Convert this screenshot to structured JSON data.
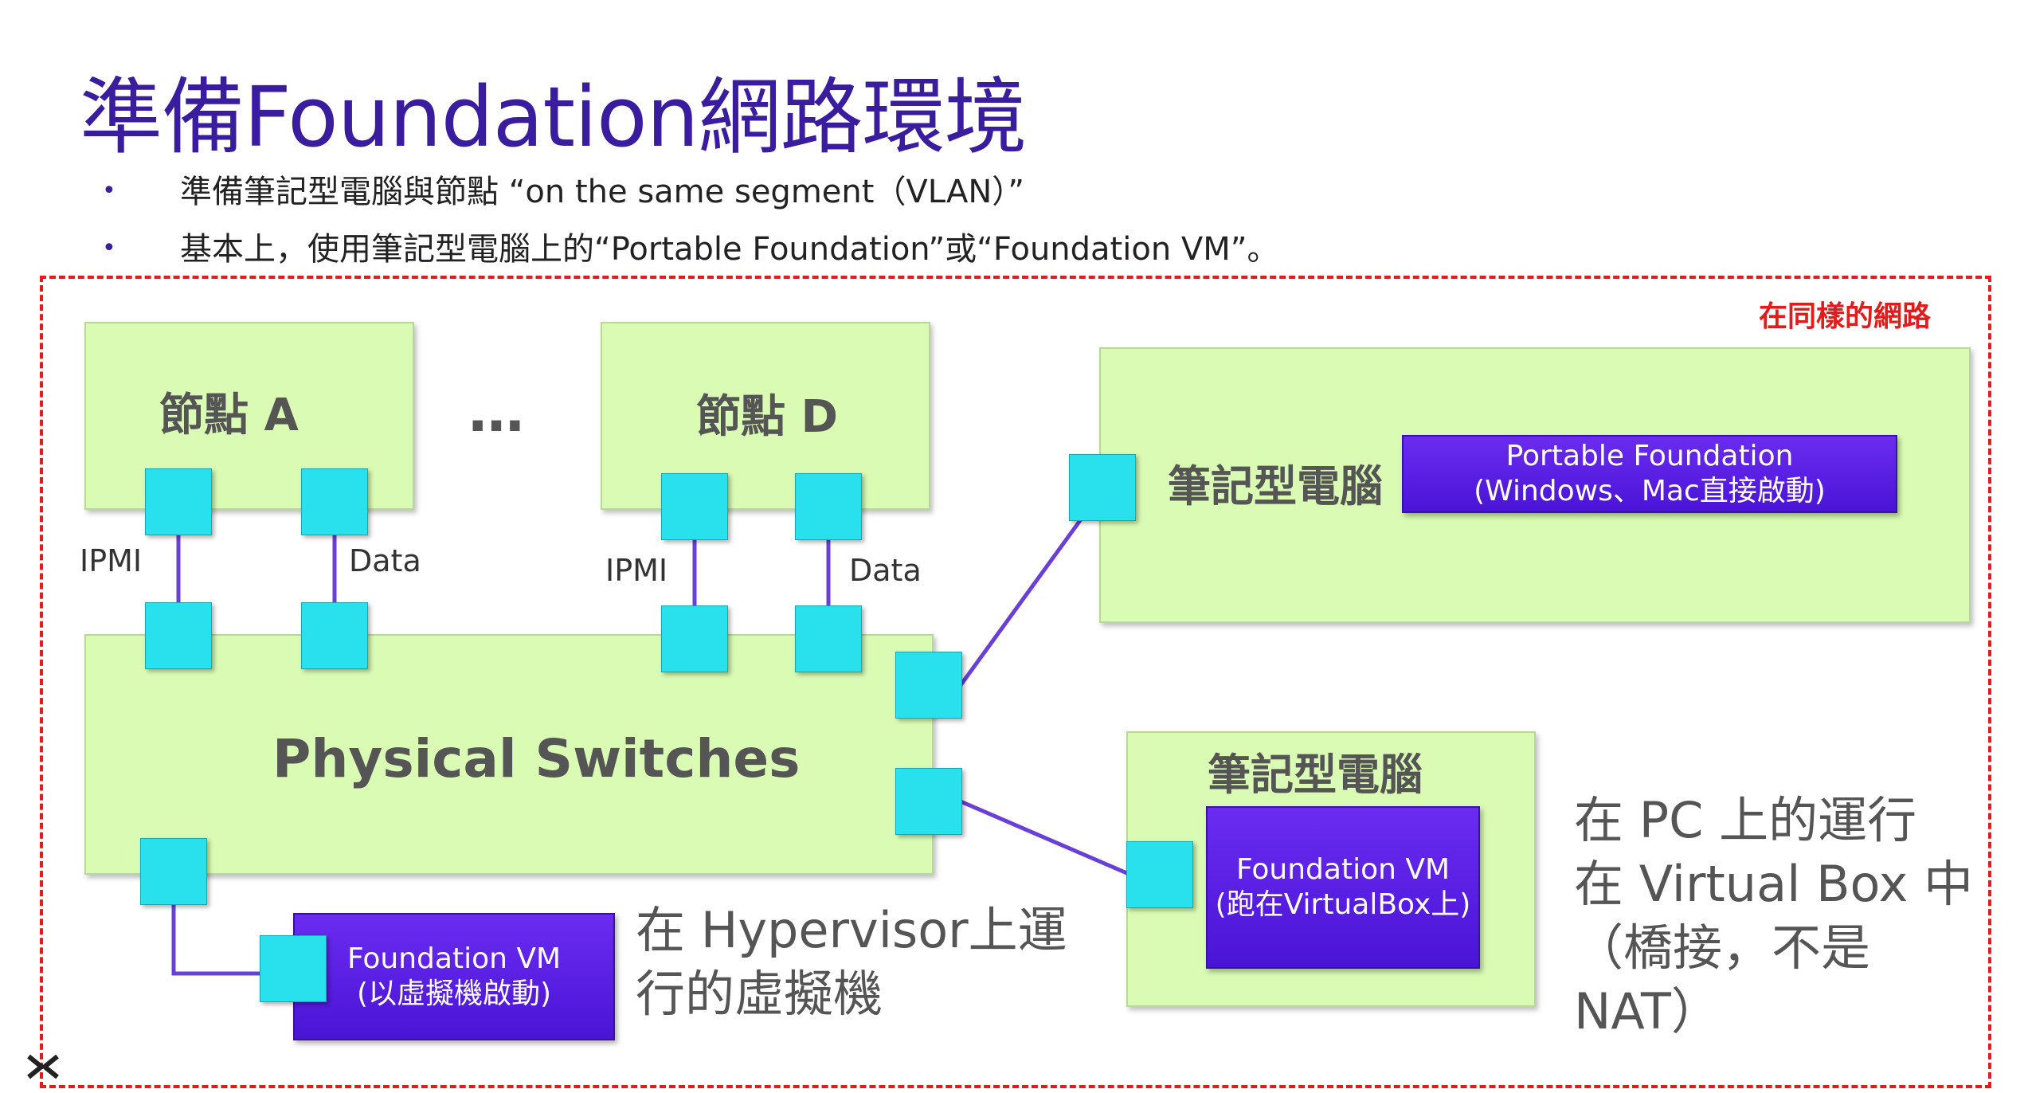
{
  "title": "準備Foundation網路環境",
  "bullets": [
    "準備筆記型電腦與節點 “on the same segment（VLAN）”",
    "基本上，使用筆記型電腦上的“Portable Foundation”或“Foundation VM”。"
  ],
  "bullet_symbol": "•",
  "same_network_label": "在同樣的網路",
  "nodes": {
    "node_a": "節點 A",
    "node_d": "節點 D",
    "ellipsis": "…"
  },
  "port_labels": {
    "ipmi_a": "IPMI",
    "data_a": "Data",
    "ipmi_d": "IPMI",
    "data_d": "Data"
  },
  "switch_label": "Physical Switches",
  "laptop1": {
    "label": "筆記型電腦",
    "app_line1": "Portable Foundation",
    "app_line2": "(Windows、Mac直接啟動)"
  },
  "laptop2": {
    "label": "筆記型電腦",
    "app_line1": "Foundation VM",
    "app_line2": "(跑在VirtualBox上)"
  },
  "hypervisor_vm": {
    "line1": "Foundation VM",
    "line2": "(以虛擬機啟動)"
  },
  "hypervisor_note": [
    "在 Hypervisor上運",
    "行的虛擬機"
  ],
  "pc_note": [
    "在 PC 上的運行",
    "在 Virtual Box 中",
    "（橋接，不是",
    "NAT）"
  ],
  "colors": {
    "title": "#3a1d9e",
    "dashed_border": "#e21b1b",
    "green_box": "#d9fbb4",
    "port": "#28e1ec",
    "purple_box": "#5a1fe6",
    "link_line": "#6a3fd8"
  }
}
